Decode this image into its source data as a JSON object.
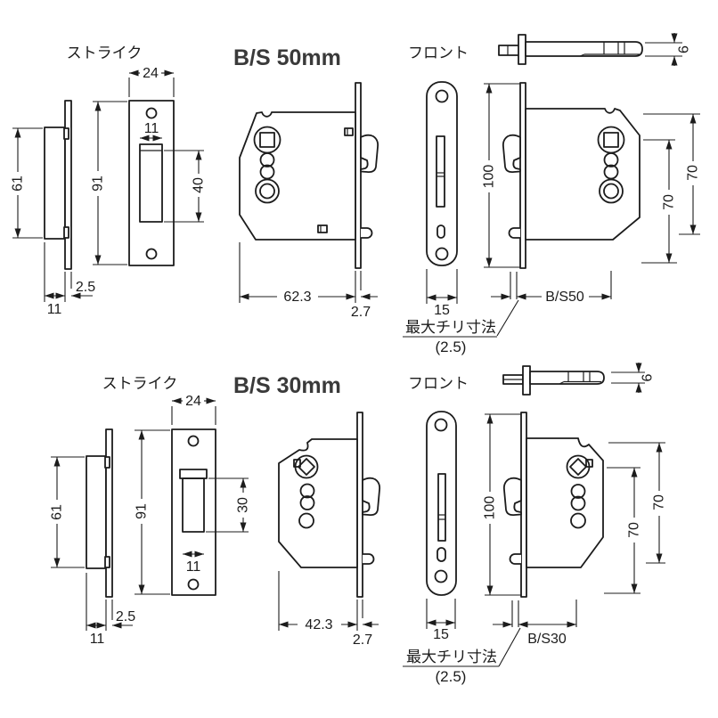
{
  "sections": [
    {
      "title": "B/S 50mm",
      "strike_label": "ストライク",
      "front_label": "フロント",
      "dims": {
        "strike_width": "24",
        "strike_height": "91",
        "slot_width": "11",
        "slot_height": "40",
        "box_height": "61",
        "plate_thickness": "2.5",
        "box_depth": "11",
        "case_depth": "62.3",
        "faceplate_thickness": "2.7",
        "faceplate_width": "15",
        "faceplate_height": "100",
        "case_height": "70",
        "spindle_height": "70",
        "bolt_thickness": "6",
        "backset": "B/S50",
        "clearance_label": "最大チリ寸法",
        "clearance_value": "(2.5)"
      }
    },
    {
      "title": "B/S 30mm",
      "strike_label": "ストライク",
      "front_label": "フロント",
      "dims": {
        "strike_width": "24",
        "strike_height": "91",
        "slot_width": "11",
        "slot_height": "30",
        "box_height": "61",
        "plate_thickness": "2.5",
        "box_depth": "11",
        "case_depth": "42.3",
        "faceplate_thickness": "2.7",
        "faceplate_width": "15",
        "faceplate_height": "100",
        "case_height": "70",
        "spindle_height": "70",
        "bolt_thickness": "6",
        "backset": "B/S30",
        "clearance_label": "最大チリ寸法",
        "clearance_value": "(2.5)"
      }
    }
  ]
}
